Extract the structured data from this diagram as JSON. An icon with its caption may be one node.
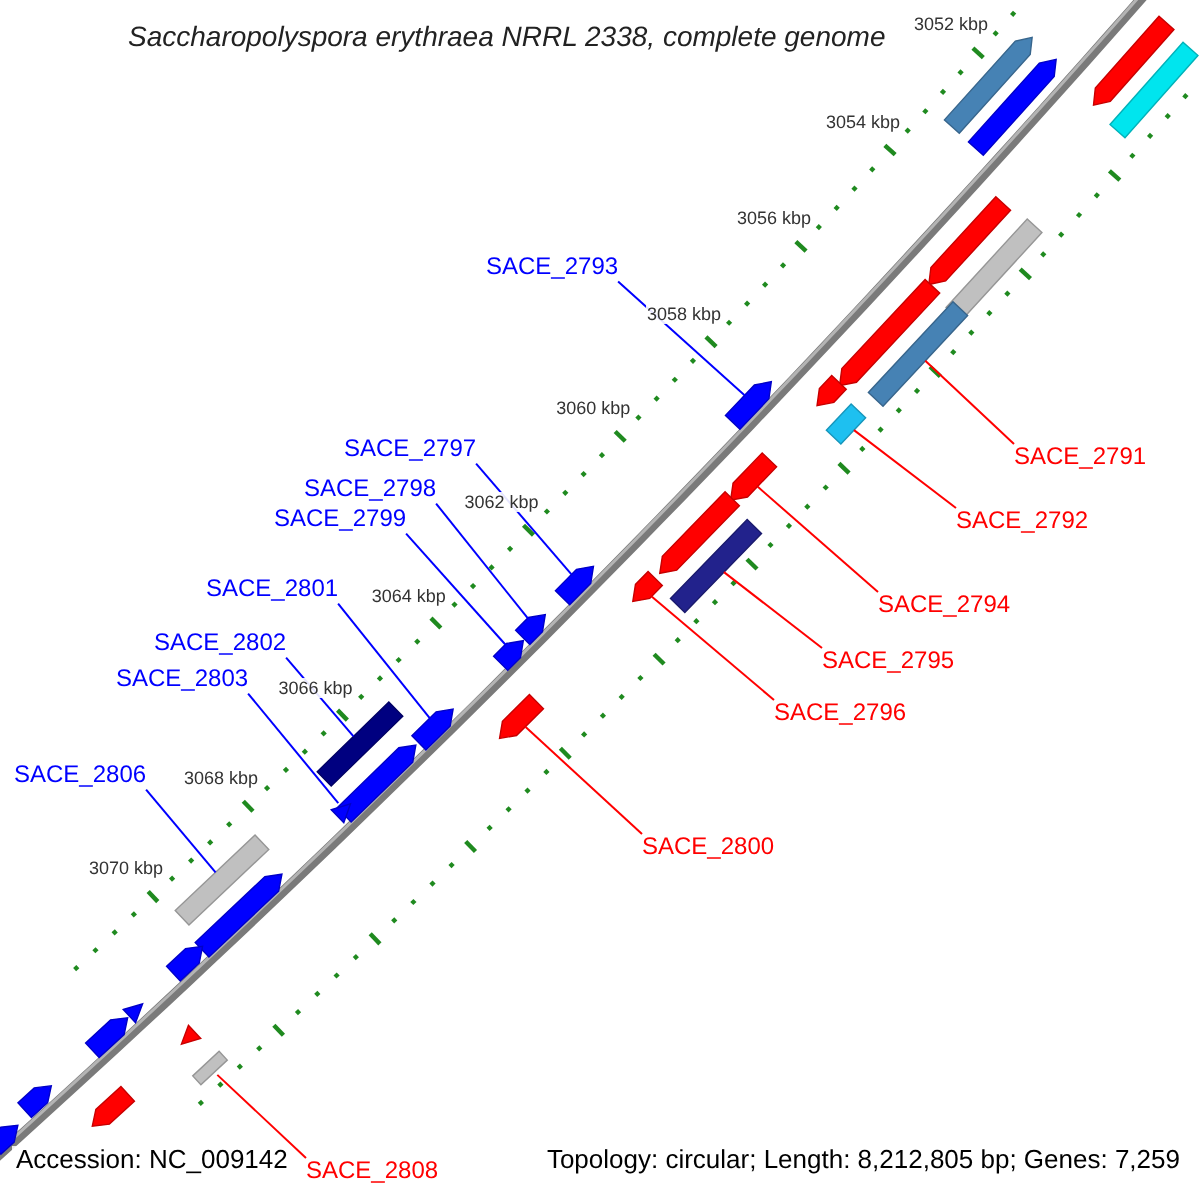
{
  "diagram": {
    "title": "Saccharopolyspora erythraea NRRL 2338, complete genome",
    "nodes": [
      {
        "text": [],
        "shape": "arrow"
      },
      {
        "text": [],
        "shape": "arrow"
      },
      {
        "text": [],
        "shape": "box"
      },
      {
        "text": [],
        "shape": "arrow"
      },
      {
        "text": [],
        "shape": "arrow"
      },
      {
        "text": [],
        "shape": "box"
      },
      {
        "text": [],
        "shape": "arrow"
      },
      {
        "text": [],
        "shape": "box"
      },
      {
        "text": [],
        "shape": "arrow"
      },
      {
        "text": [],
        "shape": "arrow"
      },
      {
        "text": [],
        "shape": "box"
      },
      {
        "text": [],
        "shape": "arrow"
      },
      {
        "text": [],
        "shape": "arrow"
      },
      {
        "text": [],
        "shape": "box"
      },
      {
        "text": [],
        "shape": "arrow"
      },
      {
        "text": [],
        "shape": "arrow"
      },
      {
        "text": [],
        "shape": "arrow"
      },
      {
        "text": [],
        "shape": "arrow"
      },
      {
        "text": [],
        "shape": "arrow"
      },
      {
        "text": [],
        "shape": "arrow"
      },
      {
        "text": [],
        "shape": "box"
      },
      {
        "text": [],
        "shape": "arrow"
      },
      {
        "text": [],
        "shape": "triangle"
      },
      {
        "text": [],
        "shape": "box"
      },
      {
        "text": [],
        "shape": "arrow"
      },
      {
        "text": [],
        "shape": "arrow"
      },
      {
        "text": [],
        "shape": "triangle"
      },
      {
        "text": [],
        "shape": "arrow"
      },
      {
        "text": [],
        "shape": "triangle"
      },
      {
        "text": [],
        "shape": "bar"
      },
      {
        "text": [],
        "shape": "arrow"
      },
      {
        "text": [],
        "shape": "arrow"
      },
      {
        "text": [],
        "shape": "arrow"
      },
      {
        "text": [
          "SACE_2793"
        ]
      },
      {
        "text": [
          "SACE_2797"
        ]
      },
      {
        "text": [
          "SACE_2791"
        ]
      },
      {
        "text": [
          "SACE_2798"
        ]
      },
      {
        "text": [
          "SACE_2799"
        ]
      },
      {
        "text": [
          "SACE_2792"
        ]
      },
      {
        "text": [
          "SACE_2801"
        ]
      },
      {
        "text": [
          "SACE_2794"
        ]
      },
      {
        "text": [
          "SACE_2802"
        ]
      },
      {
        "text": [
          "SACE_2795"
        ]
      },
      {
        "text": [
          "SACE_2803"
        ]
      },
      {
        "text": [
          "SACE_2796"
        ]
      },
      {
        "text": [
          "SACE_2806"
        ]
      },
      {
        "text": [
          "SACE_2800"
        ]
      },
      {
        "text": [
          "SACE_2808"
        ]
      }
    ],
    "edges": [
      {
        "from": 33,
        "to": 9,
        "arrow": "none"
      },
      {
        "from": 34,
        "to": 14,
        "arrow": "none"
      },
      {
        "from": 35,
        "to": 7,
        "arrow": "none",
        "color": "#ff0000"
      },
      {
        "from": 36,
        "to": 16,
        "arrow": "none"
      },
      {
        "from": 37,
        "to": 17,
        "arrow": "none"
      },
      {
        "from": 38,
        "to": 10,
        "arrow": "none",
        "color": "#ff0000"
      },
      {
        "from": 39,
        "to": 19,
        "arrow": "none"
      },
      {
        "from": 40,
        "to": 11,
        "arrow": "none",
        "color": "#ff0000"
      },
      {
        "from": 41,
        "to": 20,
        "arrow": "none"
      },
      {
        "from": 42,
        "to": 13,
        "arrow": "none",
        "color": "#ff0000"
      },
      {
        "from": 43,
        "to": 22,
        "arrow": "none"
      },
      {
        "from": 44,
        "to": 15,
        "arrow": "none",
        "color": "#ff0000"
      },
      {
        "from": 45,
        "to": 23,
        "arrow": "none"
      },
      {
        "from": 46,
        "to": 18,
        "arrow": "none",
        "color": "#ff0000"
      },
      {
        "from": 47,
        "to": 29,
        "arrow": "none",
        "color": "#ff0000"
      }
    ],
    "labels": [
      "3052 kbp",
      "3054 kbp",
      "3056 kbp",
      "3058 kbp",
      "3060 kbp",
      "3062 kbp",
      "3064 kbp",
      "3066 kbp",
      "3068 kbp",
      "3070 kbp",
      "Accession: NC_009142",
      "Topology: circular; Length: 8,212,805 bp; Genes: 7,259"
    ]
  }
}
